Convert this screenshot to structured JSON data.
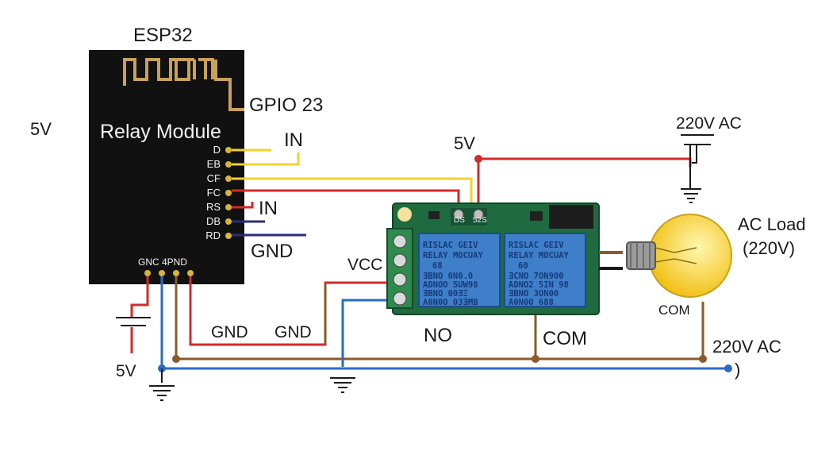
{
  "labels": {
    "esp32": "ESP32",
    "gpio": "GPIO 23",
    "five_v_left": "5V",
    "relay_module": "Relay Module",
    "in_top": "IN",
    "in_mid": "IN",
    "gnd_right": "GND",
    "five_v_top": "5V",
    "ac_top": "220V AC",
    "ac_load": "AC Load",
    "ac_load_v": "(220V)",
    "vcc": "VCC",
    "gnd_1": "GND",
    "gnd_2": "GND",
    "no": "NO",
    "com": "COM",
    "com_small": "COM",
    "ac_bottom": "220V AC",
    "five_v_bottom": "5V",
    "paren": ")",
    "gnc_pnd": "GNC 4PND"
  },
  "pins": [
    "D",
    "EB",
    "CF",
    "FC",
    "RS",
    "DB",
    "RD"
  ],
  "board": {
    "pin_left": "DS",
    "pin_right": "52S"
  },
  "relays": [
    {
      "lines": [
        "RISLAC GEIV",
        "RELAY  MOCUAY",
        "68",
        "ƎBNO  0N0.0",
        "ADNOO  SUW98",
        "ƎBNO  00ƎΞ",
        "A0N0O  03ƎMB"
      ]
    },
    {
      "lines": [
        "RISLAC GEIV",
        "RELAY  MOCUAY",
        "60",
        "ƎCNO  7ON900",
        "ADNO2  5IN 98",
        "ƎBNO  3ON00",
        "A0N0O  688"
      ]
    }
  ],
  "colors": {
    "red": "#d42a2a",
    "yellow": "#f3d22e",
    "blue": "#2a6bc4",
    "brown": "#8a5a2b",
    "navy": "#2c2c7a",
    "green": "#1f6b3f",
    "relay_blue": "#3f7fc9"
  }
}
